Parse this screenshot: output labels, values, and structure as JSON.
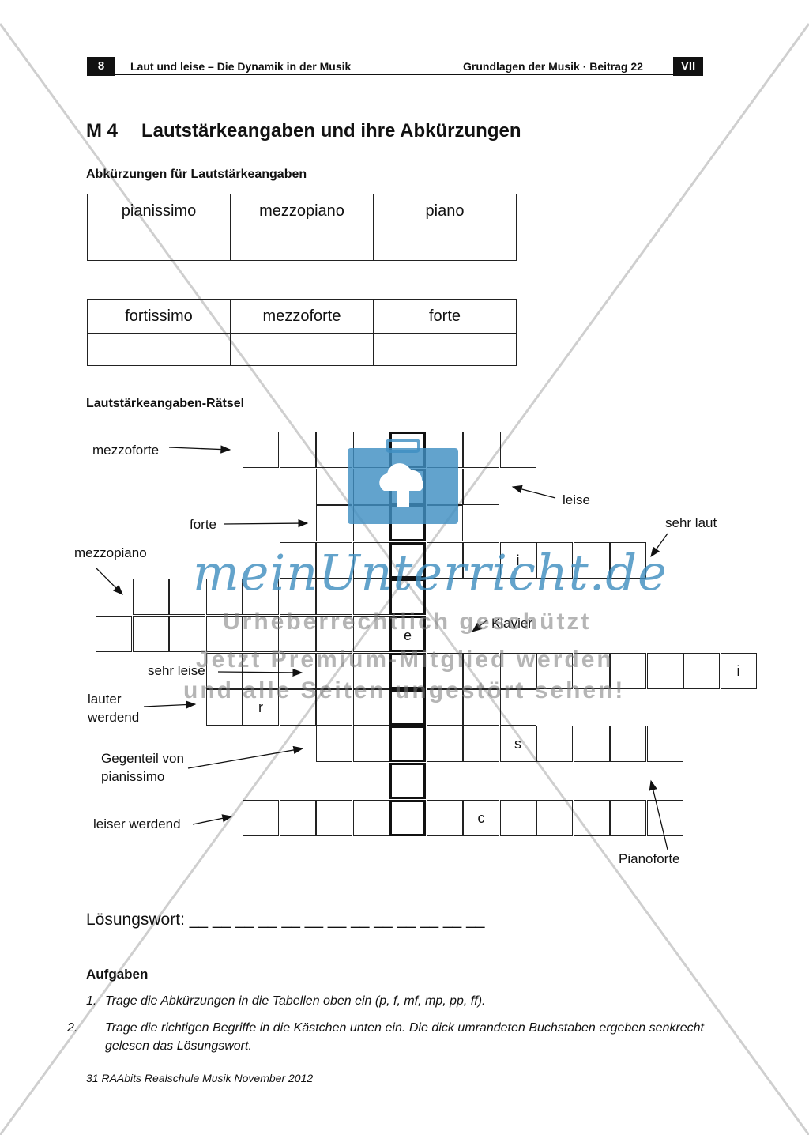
{
  "header": {
    "page_number": "8",
    "left_title": "Laut und leise – Die Dynamik in der Musik",
    "right_title": "Grundlagen der Musik · Beitrag 22",
    "section_roman": "VII"
  },
  "title": {
    "number": "M 4",
    "text": "Lautstärkeangaben und ihre Abkürzungen"
  },
  "abbreviations": {
    "heading": "Abkürzungen für Lautstärkeangaben",
    "table1": [
      "pianissimo",
      "mezzopiano",
      "piano"
    ],
    "table2": [
      "fortissimo",
      "mezzoforte",
      "forte"
    ]
  },
  "puzzle": {
    "heading": "Lautstärkeangaben-Rätsel",
    "clues": {
      "mezzoforte": "mezzoforte",
      "leise": "leise",
      "forte": "forte",
      "sehr_laut": "sehr laut",
      "mezzopiano": "mezzopiano",
      "klavier": "Klavier",
      "sehr_leise": "sehr leise",
      "lauter_werdend_1": "lauter",
      "lauter_werdend_2": "werdend",
      "gegenteil_1": "Gegenteil von",
      "gegenteil_2": "pianissimo",
      "leiser_werdend": "leiser werdend",
      "pianoforte": "Pianoforte"
    },
    "rows": [
      {
        "clue": "mezzoforte",
        "letters": [
          "",
          "",
          "",
          "",
          "",
          "",
          "",
          ""
        ]
      },
      {
        "clue": "leise",
        "letters": [
          "",
          "",
          "",
          "",
          ""
        ]
      },
      {
        "clue": "forte",
        "letters": [
          "",
          "",
          "",
          ""
        ]
      },
      {
        "clue": "sehr laut",
        "letters": [
          "",
          "",
          "",
          "",
          "",
          "",
          "i",
          "",
          "",
          ""
        ]
      },
      {
        "clue": "mezzopiano",
        "letters": [
          "",
          "",
          "",
          "",
          "",
          "",
          "",
          ""
        ]
      },
      {
        "clue": "Klavier",
        "letters": [
          "",
          "",
          "",
          "",
          "",
          "",
          "",
          "",
          "e"
        ]
      },
      {
        "clue": "sehr leise",
        "letters": [
          "",
          "",
          "",
          "",
          "",
          "",
          "",
          "",
          "",
          "",
          "",
          "",
          "",
          "",
          "i"
        ]
      },
      {
        "clue": "lauter werdend",
        "letters": [
          "",
          "r",
          "",
          "",
          "",
          "",
          "",
          "",
          ""
        ]
      },
      {
        "clue": "Gegenteil von pianissimo",
        "letters": [
          "",
          "",
          "",
          "",
          "",
          "s",
          "",
          "",
          "",
          ""
        ]
      },
      {
        "clue": "Pianoforte",
        "letters": [
          ""
        ]
      },
      {
        "clue": "leiser werdend",
        "letters": [
          "",
          "",
          "",
          "",
          "",
          "",
          "c",
          "",
          "",
          "",
          "",
          ""
        ]
      }
    ],
    "solution_label": "Lösungswort:",
    "solution_blanks": "__ __ __ __ __ __ __ __ __ __ __ __ __"
  },
  "tasks": {
    "heading": "Aufgaben",
    "items": [
      {
        "num": "1.",
        "text": "Trage die Abkürzungen in die Tabellen oben ein (p, f, mf, mp, pp, ff)."
      },
      {
        "num": "2.",
        "text": "Trage die richtigen Begriffe in die Kästchen unten ein. Die dick umrandeten Buchstaben ergeben senkrecht gelesen das Lösungswort."
      }
    ]
  },
  "footer": "31 RAAbits Realschule Musik November 2012",
  "watermark": {
    "logo": "meinUnterricht.de",
    "line1": "Urheberrechtlich geschützt",
    "line2": "Jetzt Premium-Mitglied werden",
    "line3": "und alle Seiten ungestört sehen!",
    "logo_color": "#3f8fc2"
  }
}
